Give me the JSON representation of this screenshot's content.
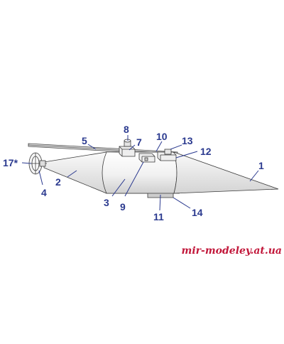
{
  "labels": {
    "l1": "1",
    "l2": "2",
    "l3": "3",
    "l4": "4",
    "l5": "5",
    "l7": "7",
    "l8": "8",
    "l9": "9",
    "l10": "10",
    "l11": "11",
    "l12": "12",
    "l13": "13",
    "l14": "14",
    "l17": "17*"
  },
  "watermark": "mir-modeley.at.ua",
  "colors": {
    "label": "#2b3a8f",
    "watermark": "#c2183b",
    "hull_light": "#ffffff",
    "hull_shade": "#d9d9d9",
    "outline": "#3a3a3a"
  }
}
